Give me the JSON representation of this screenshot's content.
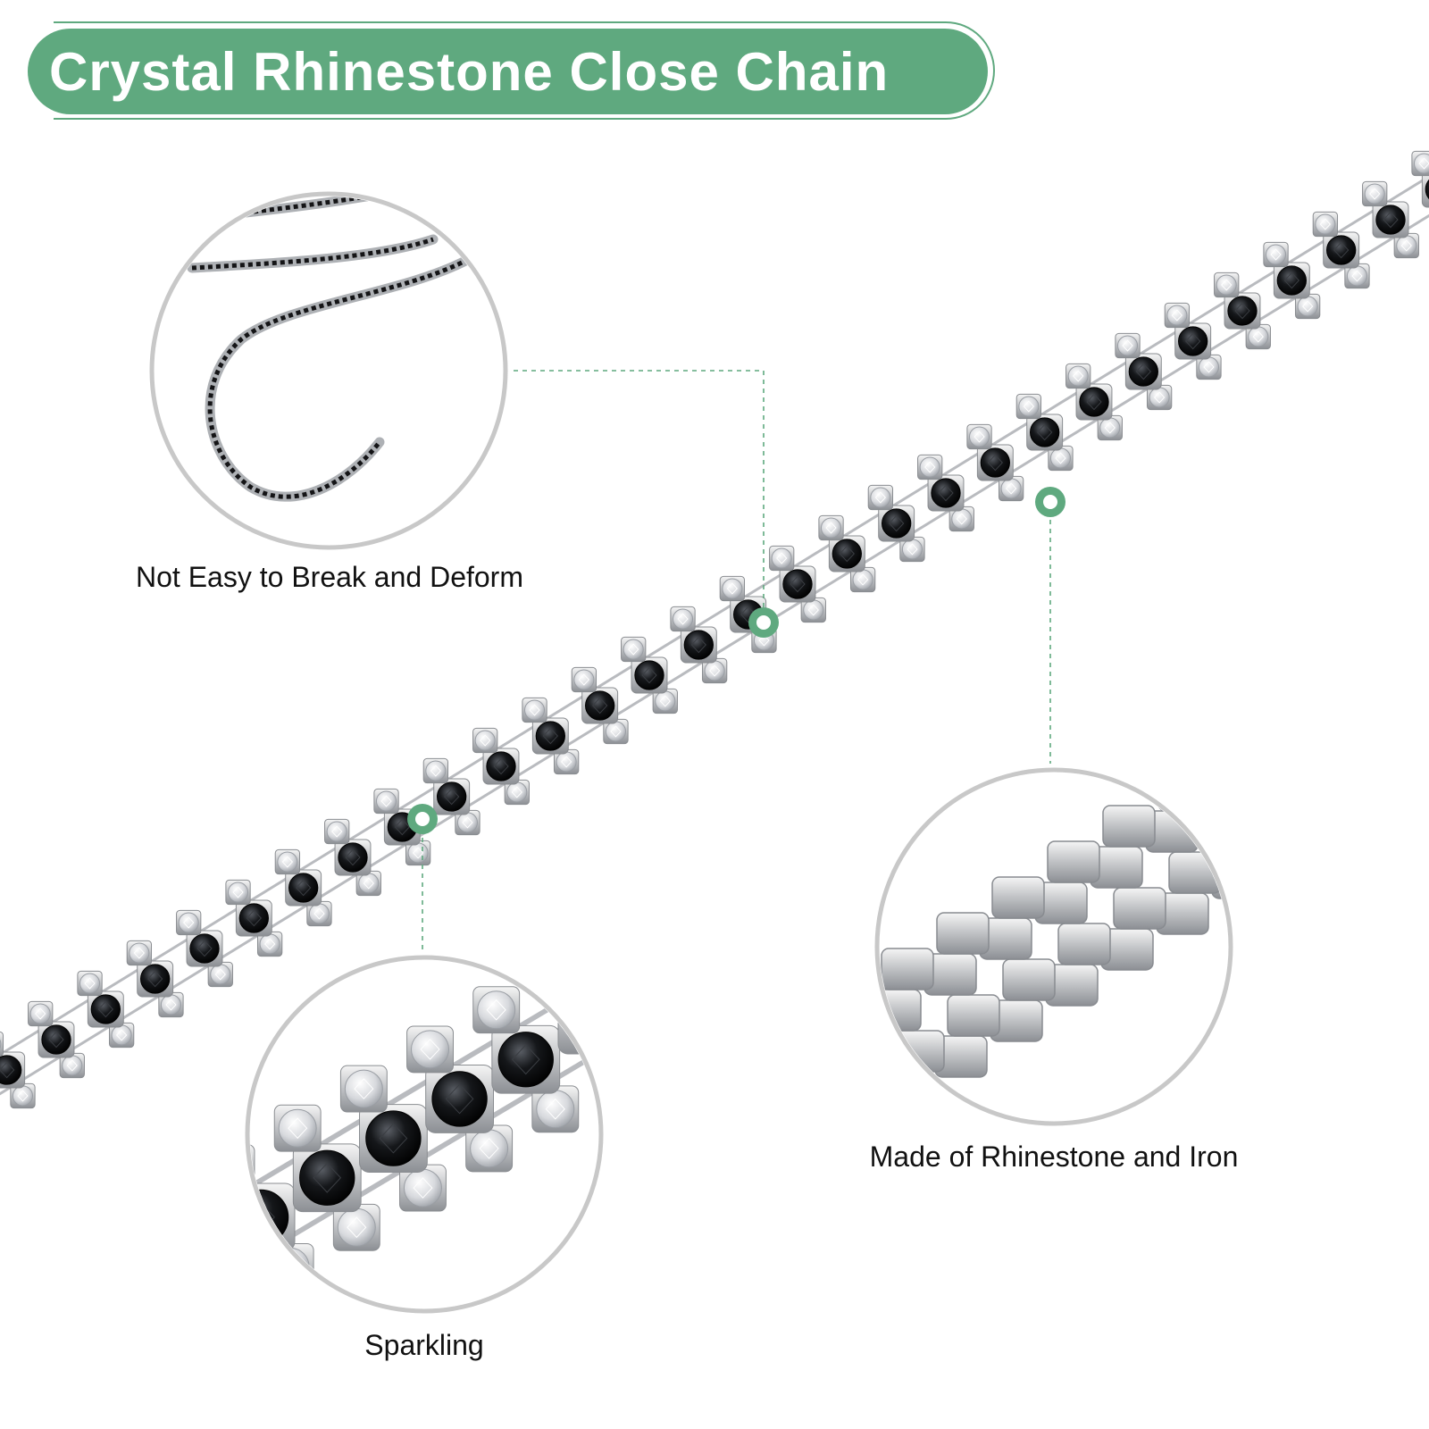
{
  "title": "Crystal Rhinestone Close Chain",
  "colors": {
    "accent": "#5fa97f",
    "circle_border": "#c8c8c8",
    "silver": "#c9cacb",
    "black_gem": "#0d0d0f",
    "clear_gem": "#e9ebee"
  },
  "features": [
    {
      "caption": "Not Easy to Break and Deform"
    },
    {
      "caption": "Made of Rhinestone and Iron"
    },
    {
      "caption": "Sparkling"
    }
  ]
}
